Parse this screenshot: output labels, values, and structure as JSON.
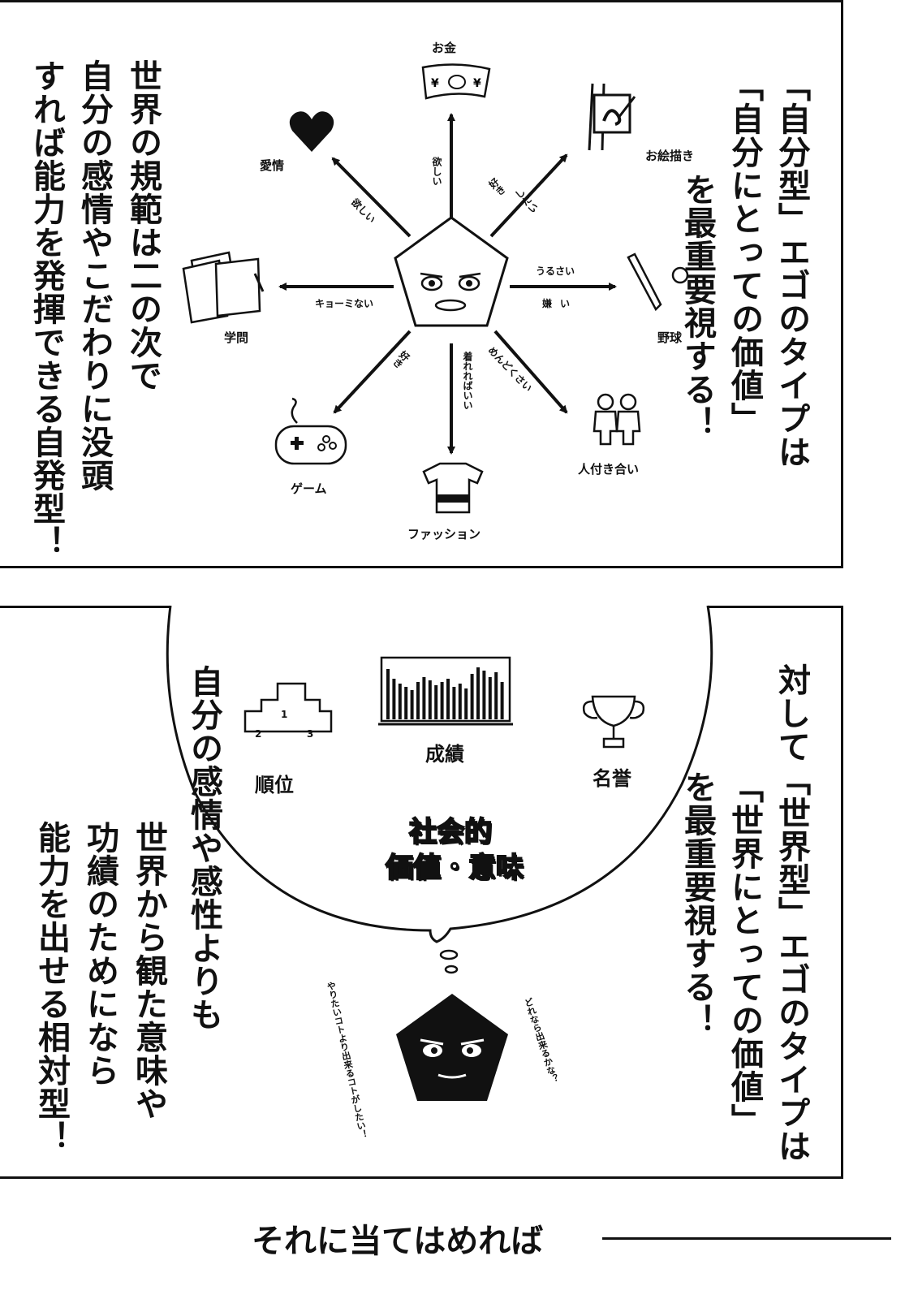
{
  "panel_top": {
    "right_text": [
      "「自分型」エゴのタイプは",
      "「自分にとっての価値」",
      "を最重要視する！"
    ],
    "left_text": [
      "世界の規範は二の次で",
      "自分の感情やこだわりに没頭",
      "すれば能力を発揮できる自発型！"
    ],
    "diagram": {
      "items": {
        "money": "お金",
        "drawing": "お絵描き",
        "baseball": "野球",
        "relationships": "人付き合い",
        "fashion": "ファッション",
        "game": "ゲーム",
        "study": "学問",
        "love": "愛情"
      },
      "arrows": {
        "money": "欲しい",
        "drawing_a": "好き",
        "drawing_b": "したい",
        "baseball_a": "うるさい",
        "baseball_b": "嫌い",
        "relationships": "めんどくさい",
        "fashion": "着れればいい",
        "game": "好き",
        "study": "キョーミない",
        "love": "欲しい"
      }
    }
  },
  "panel_bottom": {
    "right_text": [
      "対して「世界型」エゴのタイプは",
      "「世界にとっての価値」",
      "を最重要視する！"
    ],
    "left_text": [
      "自分の感情や感性よりも",
      "世界から観た意味や",
      "功績のためになら",
      "能力を出せる相対型！"
    ],
    "thought_bubble": {
      "ranking": "順位",
      "grades": "成績",
      "honor": "名誉",
      "podium": [
        "1",
        "2",
        "3"
      ],
      "center_title": [
        "社会的",
        "価値・意味"
      ]
    },
    "speech_left": "やりたいコトより出来るコトがしたい！",
    "speech_right": "どれなら出来るかな？"
  },
  "footer": {
    "text": "それに当てはめれば"
  },
  "colors": {
    "ink": "#111111",
    "paper": "#ffffff"
  }
}
